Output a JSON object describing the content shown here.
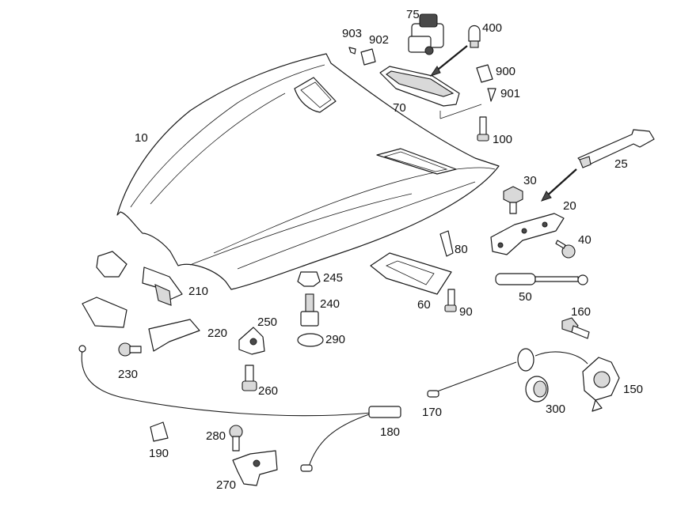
{
  "diagram": {
    "colors": {
      "ink": "#1a1a1a",
      "part_fill": "#ffffff",
      "shade": "#d9d9d9",
      "dark": "#4a4a4a"
    },
    "callouts": [
      {
        "id": "10",
        "text": "10"
      },
      {
        "id": "20",
        "text": "20"
      },
      {
        "id": "25",
        "text": "25"
      },
      {
        "id": "30",
        "text": "30"
      },
      {
        "id": "40",
        "text": "40"
      },
      {
        "id": "50",
        "text": "50"
      },
      {
        "id": "60",
        "text": "60"
      },
      {
        "id": "70",
        "text": "70"
      },
      {
        "id": "75",
        "text": "75"
      },
      {
        "id": "80",
        "text": "80"
      },
      {
        "id": "90",
        "text": "90"
      },
      {
        "id": "100",
        "text": "100"
      },
      {
        "id": "150",
        "text": "150"
      },
      {
        "id": "160",
        "text": "160"
      },
      {
        "id": "170",
        "text": "170"
      },
      {
        "id": "180",
        "text": "180"
      },
      {
        "id": "190",
        "text": "190"
      },
      {
        "id": "210",
        "text": "210"
      },
      {
        "id": "220",
        "text": "220"
      },
      {
        "id": "230",
        "text": "230"
      },
      {
        "id": "240",
        "text": "240"
      },
      {
        "id": "245",
        "text": "245"
      },
      {
        "id": "250",
        "text": "250"
      },
      {
        "id": "260",
        "text": "260"
      },
      {
        "id": "270",
        "text": "270"
      },
      {
        "id": "280",
        "text": "280"
      },
      {
        "id": "290",
        "text": "290"
      },
      {
        "id": "300",
        "text": "300"
      },
      {
        "id": "400",
        "text": "400"
      },
      {
        "id": "900",
        "text": "900"
      },
      {
        "id": "901",
        "text": "901"
      },
      {
        "id": "902",
        "text": "902"
      },
      {
        "id": "903",
        "text": "903"
      }
    ]
  }
}
